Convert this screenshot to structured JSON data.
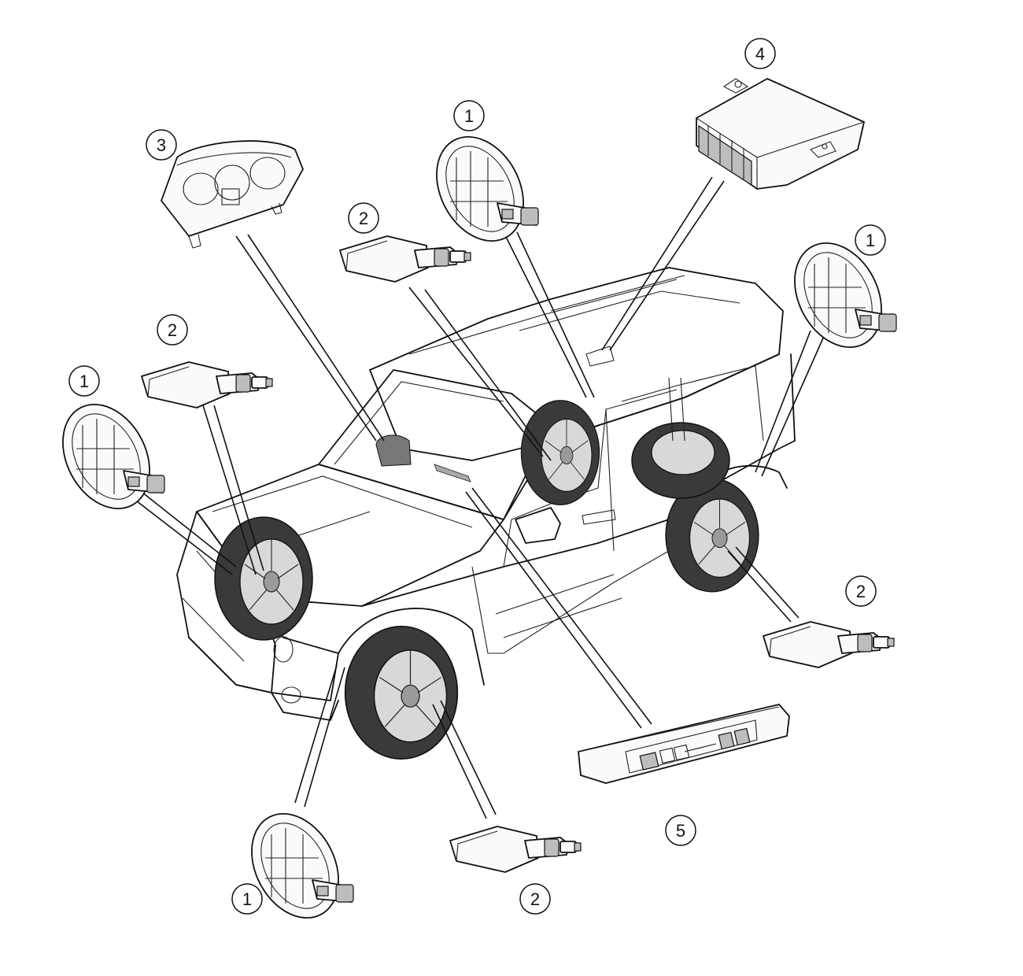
{
  "callouts": [
    {
      "id": "c1",
      "number": "1"
    },
    {
      "id": "c2",
      "number": "2"
    },
    {
      "id": "c3",
      "number": "3"
    },
    {
      "id": "c4",
      "number": "4"
    },
    {
      "id": "c5",
      "number": "5"
    },
    {
      "id": "c6",
      "number": "1"
    },
    {
      "id": "c7",
      "number": "2"
    },
    {
      "id": "c8",
      "number": "1"
    },
    {
      "id": "c9",
      "number": "2"
    },
    {
      "id": "c10",
      "number": "1"
    },
    {
      "id": "c11",
      "number": "2"
    }
  ]
}
